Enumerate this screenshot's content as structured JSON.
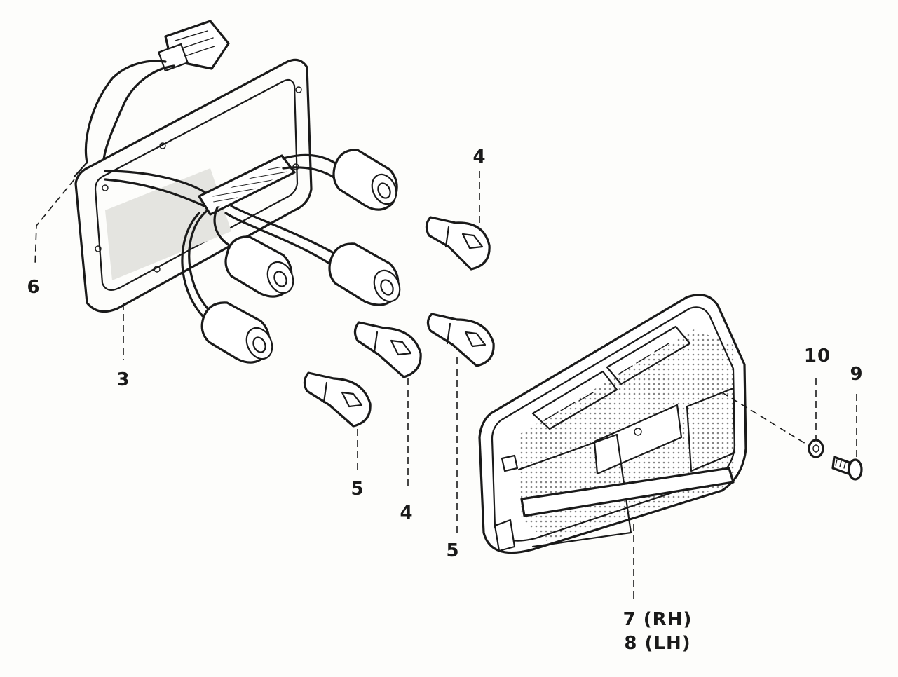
{
  "diagram": {
    "labels": {
      "p3": "3",
      "p4a": "4",
      "p4b": "4",
      "p5a": "5",
      "p5b": "5",
      "p6": "6",
      "p7": "7 (RH)",
      "p8": "8 (LH)",
      "p9": "9",
      "p10": "10"
    }
  }
}
